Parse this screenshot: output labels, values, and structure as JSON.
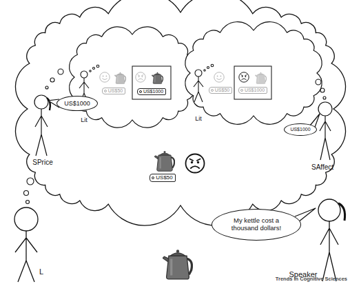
{
  "diagram": {
    "nodes": [
      {
        "text": [
          "US$50"
        ]
      },
      {
        "text": [
          "US$1000"
        ]
      },
      {
        "text": [
          "US$50"
        ]
      },
      {
        "text": [
          "US$1000"
        ]
      },
      {
        "text": [
          "US$1000"
        ]
      },
      {
        "text": [
          "US$1000"
        ]
      },
      {
        "text": [
          "US$50"
        ]
      },
      {
        "text": [
          "My kettle cost a thousand dollars!"
        ]
      }
    ],
    "labels": [
      "Lit",
      "Lit",
      "SPrice",
      "SAffect",
      "L",
      "Speaker",
      "Trends in Cognitive Sciences"
    ]
  }
}
